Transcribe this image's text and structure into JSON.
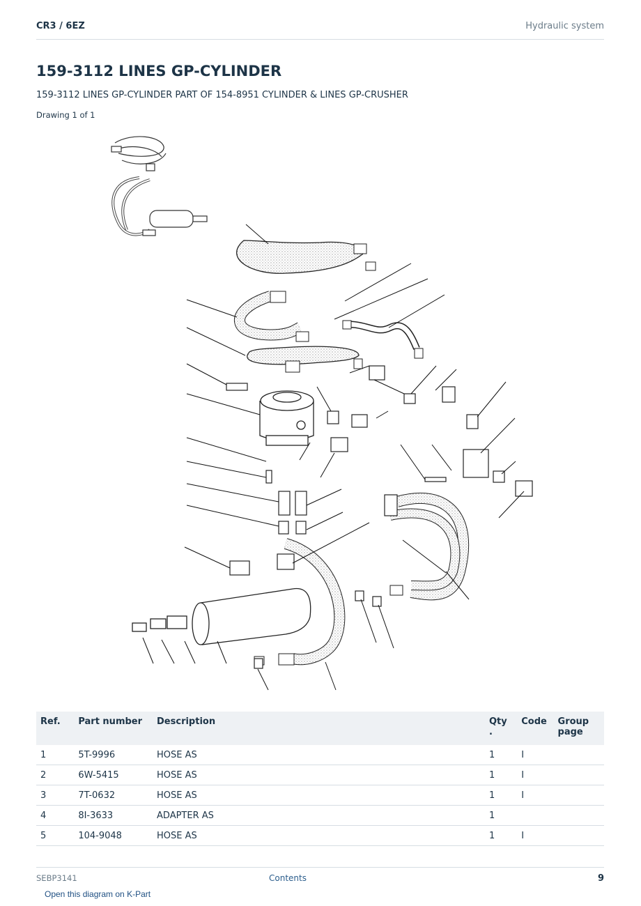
{
  "header": {
    "model": "CR3  /  6EZ",
    "section": "Hydraulic system"
  },
  "title": "159-3112 LINES GP-CYLINDER",
  "subtitle": "159-3112 LINES GP-CYLINDER PART OF 154-8951 CYLINDER & LINES GP-CRUSHER",
  "drawing_label": "Drawing 1 of 1",
  "table": {
    "headers": [
      "Ref.",
      "Part number",
      "Description",
      "Qty\n.",
      "Code",
      "Group page"
    ],
    "rows": [
      [
        "1",
        "5T-9996",
        "HOSE AS",
        "1",
        "I",
        ""
      ],
      [
        "2",
        "6W-5415",
        "HOSE AS",
        "1",
        "I",
        ""
      ],
      [
        "3",
        "7T-0632",
        "HOSE AS",
        "1",
        "I",
        ""
      ],
      [
        "4",
        "8I-3633",
        "ADAPTER AS",
        "1",
        "",
        ""
      ],
      [
        "5",
        "104-9048",
        "HOSE AS",
        "1",
        "I",
        ""
      ]
    ]
  },
  "footer": {
    "doc_id": "SEBP3141",
    "contents_link": "Contents",
    "page": "9"
  },
  "kpart_link": "Open this diagram on K-Part"
}
